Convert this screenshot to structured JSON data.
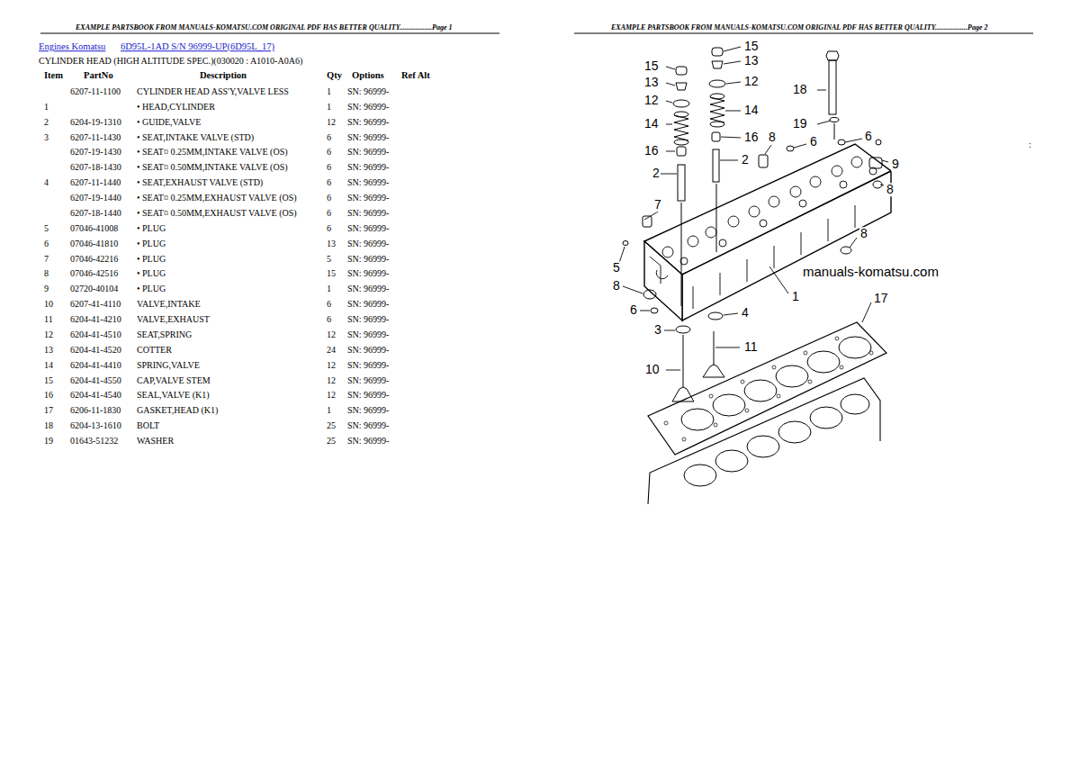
{
  "diagram": {
    "labels": [
      "EXAMPLE PARTSBOOK FROM MANUALS-KOMATSU.COM ORIGINAL PDF HAS BETTER QUALITY..................Page 1",
      "EXAMPLE PARTSBOOK FROM MANUALS-KOMATSU.COM ORIGINAL PDF HAS BETTER QUALITY..................Page 2",
      "Engines Komatsu",
      "6D95L-1AD S/N 96999-UP(6D95L_17)",
      "CYLINDER HEAD (HIGH ALTITUDE SPEC.)(030020 : A1010-A0A6)",
      "Item",
      "PartNo",
      "Description",
      "Qty",
      "Options",
      "Ref Alt",
      "6207-11-1100",
      "CYLINDER HEAD ASS'Y,VALVE LESS",
      "1",
      "SN: 96999-",
      "1",
      "• HEAD,CYLINDER",
      "1",
      "SN: 96999-",
      "2",
      "6204-19-1310",
      "• GUIDE,VALVE",
      "12",
      "SN: 96999-",
      "3",
      "6207-11-1430",
      "• SEAT,INTAKE VALVE (STD)",
      "6",
      "SN: 96999-",
      "6207-19-1430",
      "• SEAT¤ 0.25MM,INTAKE VALVE (OS)",
      "6",
      "SN: 96999-",
      "6207-18-1430",
      "• SEAT¤ 0.50MM,INTAKE VALVE (OS)",
      "6",
      "SN: 96999-",
      "4",
      "6207-11-1440",
      "• SEAT,EXHAUST VALVE (STD)",
      "6",
      "SN: 96999-",
      "6207-19-1440",
      "• SEAT¤ 0.25MM,EXHAUST VALVE (OS)",
      "6",
      "SN: 96999-",
      "6207-18-1440",
      "• SEAT¤ 0.50MM,EXHAUST VALVE (OS)",
      "6",
      "SN: 96999-",
      "5",
      "07046-41008",
      "• PLUG",
      "6",
      "SN: 96999-",
      "6",
      "07046-41810",
      "• PLUG",
      "13",
      "SN: 96999-",
      "7",
      "07046-42216",
      "• PLUG",
      "5",
      "SN: 96999-",
      "8",
      "07046-42516",
      "• PLUG",
      "15",
      "SN: 96999-",
      "9",
      "02720-40104",
      "• PLUG",
      "1",
      "SN: 96999-",
      "10",
      "6207-41-4110",
      "VALVE,INTAKE",
      "6",
      "SN: 96999-",
      "11",
      "6204-41-4210",
      "VALVE,EXHAUST",
      "6",
      "SN: 96999-",
      "12",
      "6204-41-4510",
      "SEAT,SPRING",
      "12",
      "SN: 96999-",
      "13",
      "6204-41-4520",
      "COTTER",
      "24",
      "SN: 96999-",
      "14",
      "6204-41-4410",
      "SPRING,VALVE",
      "12",
      "SN: 96999-",
      "15",
      "6204-41-4550",
      "CAP,VALVE STEM",
      "12",
      "SN: 96999-",
      "16",
      "6204-41-4540",
      "SEAL,VALVE (K1)",
      "12",
      "SN: 96999-",
      "17",
      "6206-11-1830",
      "GASKET,HEAD (K1)",
      "1",
      "SN: 96999-",
      "18",
      "6204-13-1610",
      "BOLT",
      "25",
      "SN: 96999-",
      "19",
      "01643-51232",
      "WASHER",
      "25",
      "SN: 96999-",
      "15",
      "13",
      "12",
      "14",
      "16",
      "2",
      "7",
      "5",
      "8",
      "6",
      "3",
      "10",
      "11",
      "4",
      "1",
      "17",
      "18",
      "19",
      "15",
      "13",
      "12",
      "14",
      "16",
      "2",
      "8",
      "6",
      "6",
      "9",
      "8",
      "8",
      "manuals-komatsu.com",
      ":"
    ]
  }
}
